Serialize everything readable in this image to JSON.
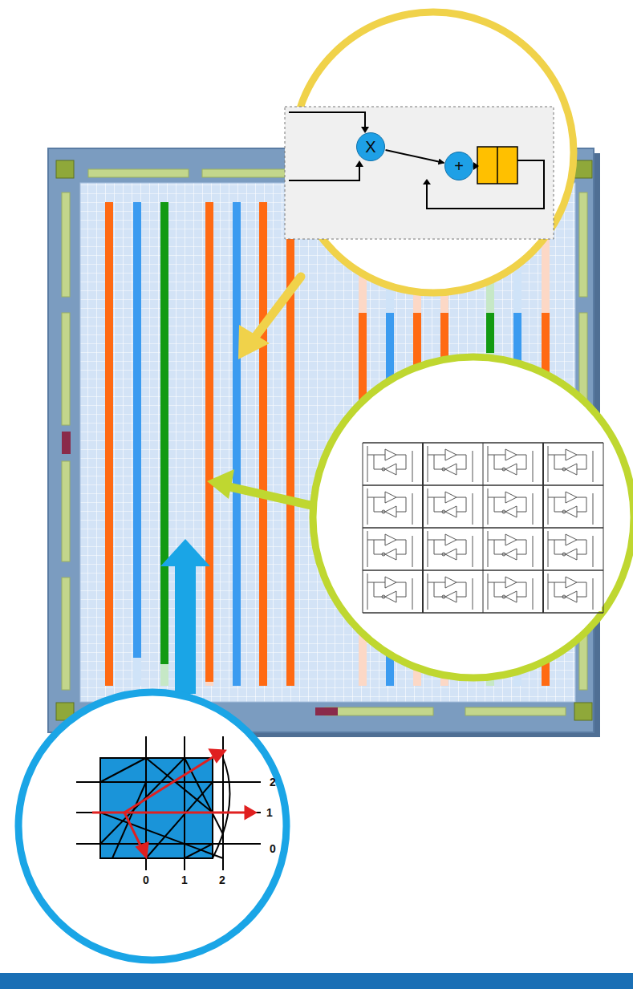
{
  "diagram": {
    "nodes": [
      {
        "text": [
          "X"
        ]
      },
      {
        "text": [
          "+"
        ]
      }
    ],
    "edges": [
      {
        "from": 0,
        "to": 1,
        "arrow": "to"
      }
    ],
    "labels": [
      "2",
      "1",
      "0",
      "0",
      "1",
      "2"
    ]
  }
}
